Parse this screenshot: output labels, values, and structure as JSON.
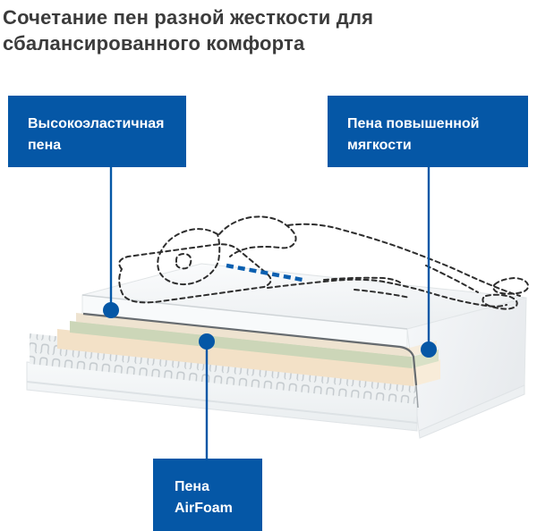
{
  "title": "Сочетание пен разной жесткости для сбалансированного комфорта",
  "callouts": {
    "left": {
      "label": "Высокоэластичная пена"
    },
    "right": {
      "label": "Пена повышенной мягкости"
    },
    "bottom": {
      "label": "Пена AirFoam"
    }
  },
  "colors": {
    "accent_blue": "#0557a6",
    "spine_line_blue": "#0b5fb0",
    "title_text": "#3b3b3b",
    "callout_text": "#ffffff",
    "foam_elastic_cream": "#eee3d0",
    "foam_soft_green": "#ccd6b8",
    "foam_airfoam_beige": "#f3e1c7",
    "outline_dark": "#2d2d2d"
  },
  "illustration_parts": [
    "mattress-top-cover",
    "elastic-foam-layer",
    "soft-foam-layer",
    "airfoam-layer",
    "pocket-springs-layer",
    "mattress-base",
    "person-outline",
    "spine-alignment-line"
  ]
}
